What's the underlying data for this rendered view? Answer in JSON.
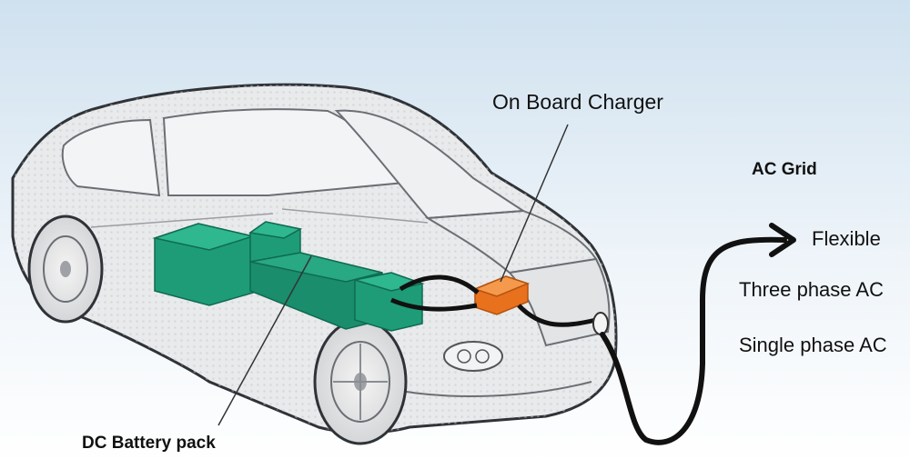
{
  "labels": {
    "on_board_charger": "On Board Charger",
    "ac_grid": "AC Grid",
    "flexible": "Flexible",
    "three_phase": "Three phase AC",
    "single_phase": "Single phase AC",
    "dc_battery": "DC Battery pack"
  },
  "colors": {
    "battery": "#1e9c78",
    "charger": "#e8711e",
    "car_body": "#e9eaeb",
    "outline": "#2f3338",
    "sky_top": "#cfe1ef",
    "cable": "#111111"
  }
}
